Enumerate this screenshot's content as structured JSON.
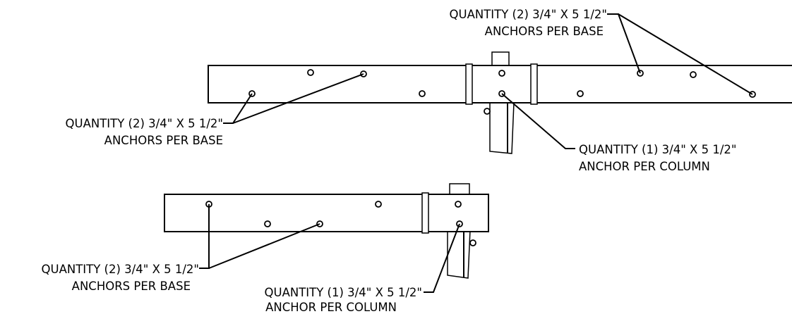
{
  "callouts": {
    "upper_top_right": {
      "line1": "QUANTITY (2) 3/4\" X 5 1/2\"",
      "line2": "ANCHORS PER BASE"
    },
    "upper_left": {
      "line1": "QUANTITY (2) 3/4\" X 5 1/2\"",
      "line2": "ANCHORS PER BASE"
    },
    "upper_column": {
      "line1": "QUANTITY (1) 3/4\" X 5 1/2\"",
      "line2": "ANCHOR PER COLUMN"
    },
    "lower_left": {
      "line1": "QUANTITY (2) 3/4\" X 5 1/2\"",
      "line2": "ANCHORS PER BASE"
    },
    "lower_column": {
      "line1": "QUANTITY (1) 3/4\" X 5 1/2\"",
      "line2": "ANCHOR PER COLUMN"
    }
  }
}
